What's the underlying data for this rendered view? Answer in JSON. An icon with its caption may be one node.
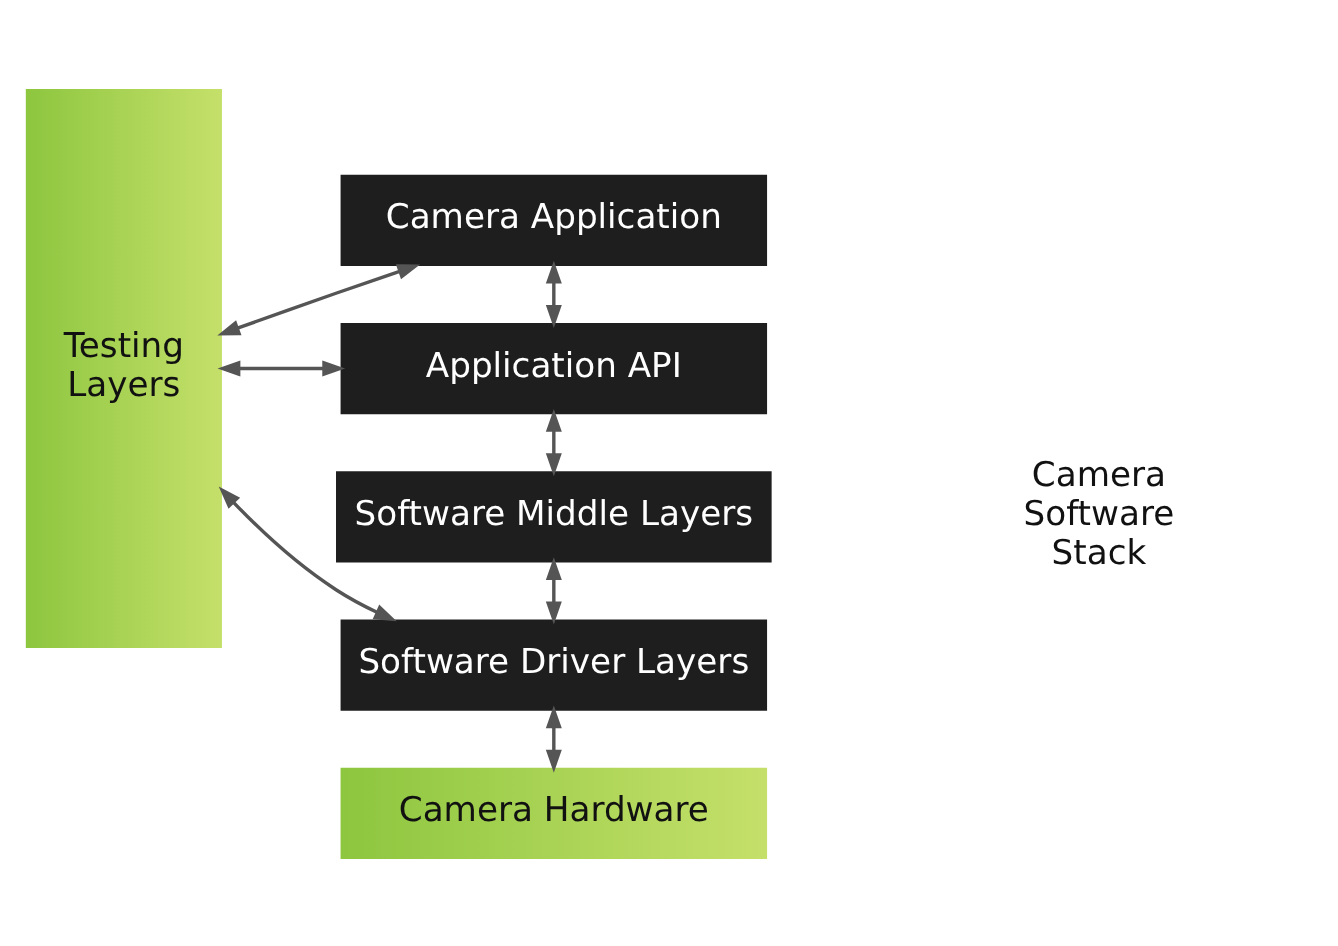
{
  "diagram": {
    "nodes": [
      {
        "text": [
          "Testing Layers"
        ]
      },
      {
        "text": [
          "Camera Application"
        ]
      },
      {
        "text": [
          "Application API"
        ]
      },
      {
        "text": [
          "Software Middle Layers"
        ]
      },
      {
        "text": [
          "Software Driver Layers"
        ]
      },
      {
        "text": [
          "Camera Hardware"
        ]
      }
    ],
    "edges": [
      {
        "from": 0,
        "to": 1,
        "arrow": "both"
      },
      {
        "from": 0,
        "to": 2,
        "arrow": "both"
      },
      {
        "from": 0,
        "to": 4,
        "arrow": "both"
      },
      {
        "from": 1,
        "to": 2,
        "arrow": "both"
      },
      {
        "from": 2,
        "to": 3,
        "arrow": "both"
      },
      {
        "from": 3,
        "to": 4,
        "arrow": "both"
      },
      {
        "from": 4,
        "to": 5,
        "arrow": "both"
      }
    ],
    "labels": [
      "Camera Software Stack"
    ]
  }
}
